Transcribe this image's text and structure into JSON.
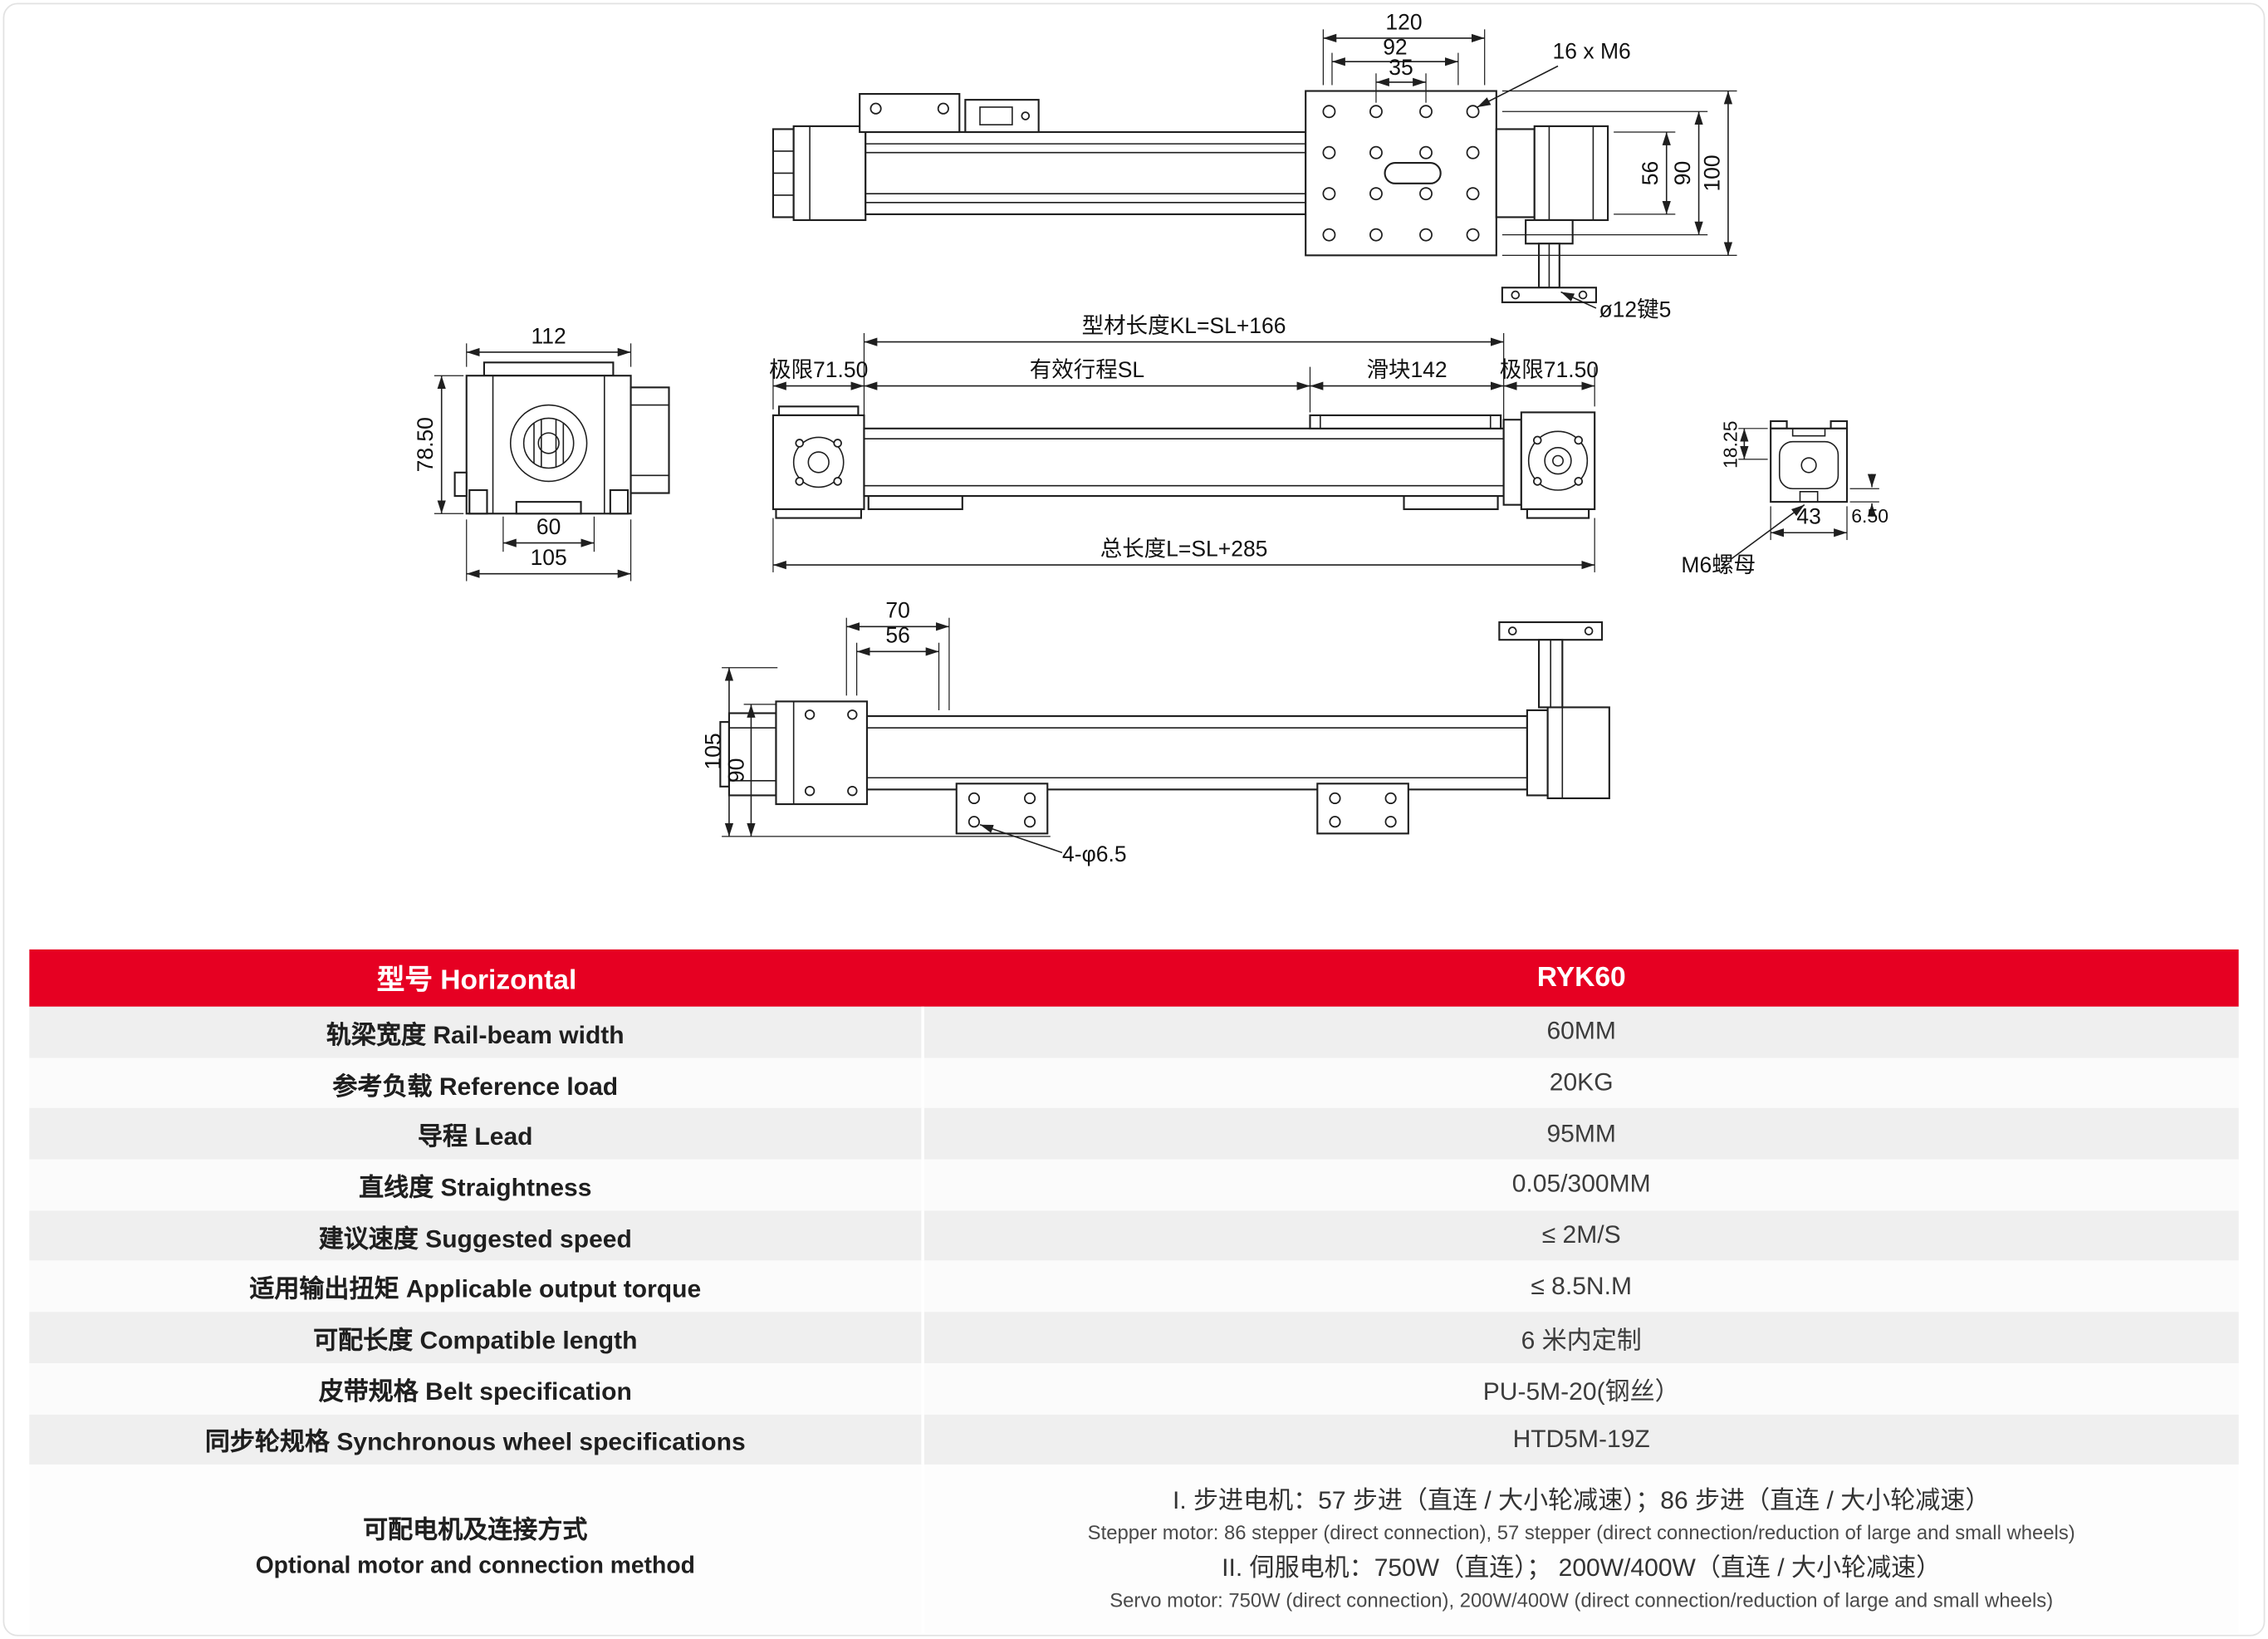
{
  "page": {
    "accent": "#e60022"
  },
  "drawing": {
    "top": {
      "d120": "120",
      "d92": "92",
      "d35": "35",
      "m6_label": "16 x M6",
      "d56": "56",
      "d90": "90",
      "d100": "100",
      "key_label": "ø12键5"
    },
    "left_view": {
      "d112": "112",
      "d78_50": "78.50",
      "d60": "60",
      "d105": "105"
    },
    "front": {
      "profile_len": "型材长度KL=SL+166",
      "limit_left": "极限71.50",
      "stroke": "有效行程SL",
      "slider": "滑块142",
      "limit_right": "极限71.50",
      "total_len": "总长度L=SL+285"
    },
    "section": {
      "d18_25": "18.25",
      "d6_50": "6.50",
      "d43": "43",
      "m6_nut": "M6螺母"
    },
    "bottom": {
      "d70": "70",
      "d56": "56",
      "d105": "105",
      "d90": "90",
      "holes": "4-φ6.5"
    }
  },
  "table": {
    "header": {
      "left": "型号 Horizontal",
      "right": "RYK60"
    },
    "rows": [
      {
        "label": "轨梁宽度 Rail-beam width",
        "value": "60MM"
      },
      {
        "label": "参考负载 Reference load",
        "value": "20KG"
      },
      {
        "label": "导程 Lead",
        "value": "95MM"
      },
      {
        "label": "直线度 Straightness",
        "value": "0.05/300MM"
      },
      {
        "label": "建议速度 Suggested speed",
        "value": "≤ 2M/S"
      },
      {
        "label": "适用输出扭矩 Applicable output torque",
        "value": "≤ 8.5N.M"
      },
      {
        "label": "可配长度 Compatible length",
        "value": "6 米内定制"
      },
      {
        "label": "皮带规格 Belt specification",
        "value": "PU-5M-20(钢丝）"
      },
      {
        "label": "同步轮规格 Synchronous wheel specifications",
        "value": "HTD5M-19Z"
      }
    ],
    "motor": {
      "label_zh": "可配电机及连接方式",
      "label_en": "Optional motor and connection method",
      "line1_zh": "I. 步进电机：57 步进（直连 / 大小轮减速）；86 步进（直连 / 大小轮减速）",
      "line1_en": "Stepper motor: 86 stepper (direct connection), 57 stepper (direct connection/reduction of large and small wheels)",
      "line2_zh": "II. 伺服电机：750W（直连）； 200W/400W（直连 / 大小轮减速）",
      "line2_en": "Servo motor: 750W (direct connection), 200W/400W (direct connection/reduction of large and small wheels)"
    }
  }
}
